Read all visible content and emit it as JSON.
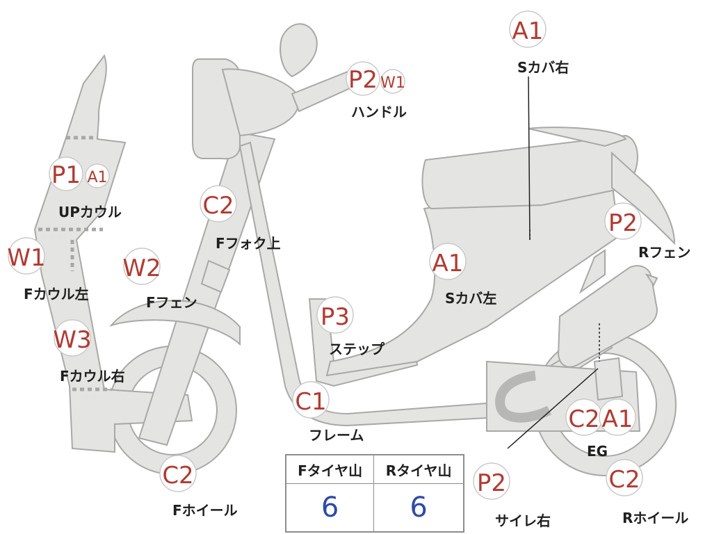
{
  "badges": [
    {
      "id": "upcowl-p1",
      "code": "P1"
    },
    {
      "id": "upcowl-a1",
      "code": "A1"
    },
    {
      "id": "fcowl-left-w1",
      "code": "W1"
    },
    {
      "id": "fcowl-right-w3",
      "code": "W3"
    },
    {
      "id": "ffender-w2",
      "code": "W2"
    },
    {
      "id": "ffork-c2",
      "code": "C2"
    },
    {
      "id": "fwheel-c2",
      "code": "C2"
    },
    {
      "id": "handle-p2",
      "code": "P2"
    },
    {
      "id": "handle-w1",
      "code": "W1"
    },
    {
      "id": "step-p3",
      "code": "P3"
    },
    {
      "id": "frame-c1",
      "code": "C1"
    },
    {
      "id": "scover-left-a1",
      "code": "A1"
    },
    {
      "id": "scover-right-a1",
      "code": "A1"
    },
    {
      "id": "rfender-p2",
      "code": "P2"
    },
    {
      "id": "muffler-right-p2",
      "code": "P2"
    },
    {
      "id": "eg-c2",
      "code": "C2"
    },
    {
      "id": "eg-a1",
      "code": "A1"
    },
    {
      "id": "rwheel-c2",
      "code": "C2"
    }
  ],
  "labels": {
    "upcowl": "UPカウル",
    "fcowl_left": "Fカウル左",
    "fcowl_right": "Fカウル右",
    "ffender": "Fフェン",
    "ffork_upper": "Fフォク上",
    "fwheel": "Fホイール",
    "handle": "ハンドル",
    "step": "ステップ",
    "frame": "フレーム",
    "scover_left": "Sカバ左",
    "scover_right": "Sカバ右",
    "rfender": "Rフェン",
    "muffler_right": "サイレ右",
    "eg": "EG",
    "rwheel": "Rホイール"
  },
  "tread_table": {
    "headers": [
      "Fタイヤ山",
      "Rタイヤ山"
    ],
    "values": [
      "6",
      "6"
    ]
  },
  "colors": {
    "badge_text": "#b23a32",
    "part_fill": "#e4e4e2",
    "part_stroke": "#a8a8a6",
    "tread_value": "#2e4aa8"
  }
}
